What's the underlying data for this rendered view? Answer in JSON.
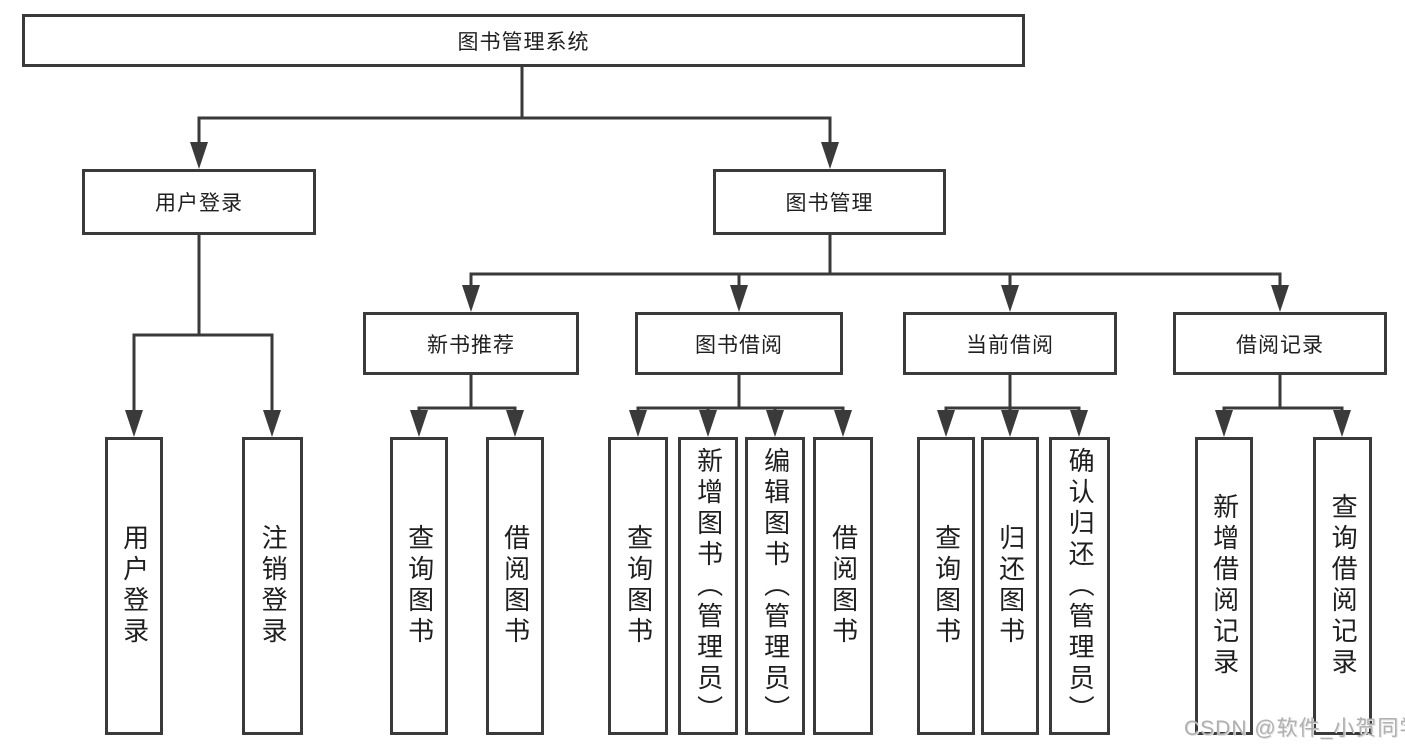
{
  "diagram": {
    "root": {
      "label": "图书管理系统"
    },
    "children": [
      {
        "label": "用户登录",
        "children": [
          {
            "label": "用户登录"
          },
          {
            "label": "注销登录"
          }
        ]
      },
      {
        "label": "图书管理",
        "children": [
          {
            "label": "新书推荐",
            "children": [
              {
                "label": "查询图书"
              },
              {
                "label": "借阅图书"
              }
            ]
          },
          {
            "label": "图书借阅",
            "children": [
              {
                "label": "查询图书"
              },
              {
                "label": "新增图书（管理员）"
              },
              {
                "label": "编辑图书（管理员）"
              },
              {
                "label": "借阅图书"
              }
            ]
          },
          {
            "label": "当前借阅",
            "children": [
              {
                "label": "查询图书"
              },
              {
                "label": "归还图书"
              },
              {
                "label": "确认归还（管理员）"
              }
            ]
          },
          {
            "label": "借阅记录",
            "children": [
              {
                "label": "新增借阅记录"
              },
              {
                "label": "查询借阅记录"
              }
            ]
          }
        ]
      }
    ]
  },
  "watermark": {
    "text": "CSDN @软件_小贺同学"
  },
  "colors": {
    "line": "#3a3a3a",
    "text": "#1f1f1f",
    "background": "#ffffff",
    "watermark": "#b0b0b0"
  }
}
